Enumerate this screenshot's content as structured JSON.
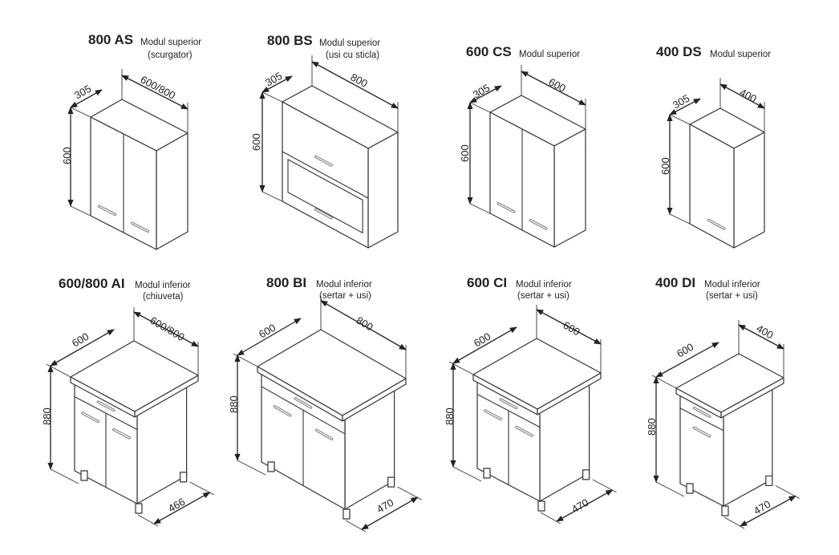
{
  "modules": [
    {
      "code": "800 AS",
      "type": "Modul superior",
      "subtype": "(scurgator)",
      "dims": {
        "depth": "305",
        "width": "600/800",
        "height": "600"
      }
    },
    {
      "code": "800 BS",
      "type": "Modul superior",
      "subtype": "(usi cu sticla)",
      "dims": {
        "depth": "305",
        "width": "800",
        "height": "600"
      }
    },
    {
      "code": "600 CS",
      "type": "Modul superior",
      "dims": {
        "depth": "305",
        "width": "600",
        "height": "600"
      }
    },
    {
      "code": "400 DS",
      "type": "Modul superior",
      "dims": {
        "depth": "305",
        "width": "400",
        "height": "600"
      }
    },
    {
      "code": "600/800 AI",
      "type": "Modul inferior",
      "subtype": "(chiuveta)",
      "dims": {
        "depth": "600",
        "width": "600/800",
        "height": "880",
        "base_depth": "466"
      }
    },
    {
      "code": "800 BI",
      "type": "Modul inferior",
      "subtype": "(sertar + usi)",
      "dims": {
        "depth": "600",
        "width": "800",
        "height": "880",
        "base_depth": "470"
      }
    },
    {
      "code": "600 CI",
      "type": "Modul inferior",
      "subtype": "(sertar + usi)",
      "dims": {
        "depth": "600",
        "width": "600",
        "height": "880",
        "base_depth": "470"
      }
    },
    {
      "code": "400 DI",
      "type": "Modul inferior",
      "subtype": "(sertar + usi)",
      "dims": {
        "depth": "600",
        "width": "400",
        "height": "880",
        "base_depth": "470"
      }
    }
  ]
}
